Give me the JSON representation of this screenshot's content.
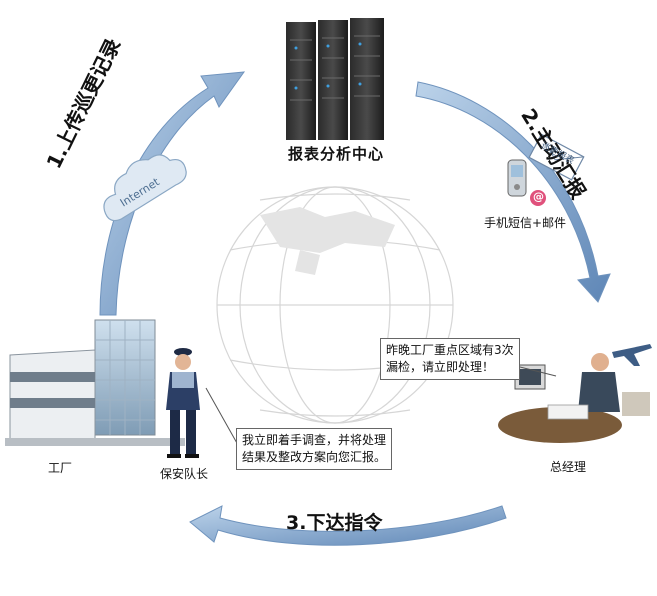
{
  "center": {
    "title": "报表分析中心"
  },
  "steps": [
    {
      "label": "1.上传巡更记录"
    },
    {
      "label": "2.主动汇报"
    },
    {
      "label": "3.下达指令"
    }
  ],
  "cloud": {
    "label": "Internet"
  },
  "envelope": {
    "label": "巡更报表"
  },
  "at_badge": {
    "label": "@"
  },
  "phone_mail": {
    "label": "手机短信+邮件"
  },
  "factory": {
    "label": "工厂"
  },
  "guard": {
    "label": "保安队长"
  },
  "manager": {
    "label": "总经理"
  },
  "bubble_manager": {
    "line1": "昨晚工厂重点区域有3次",
    "line2": "漏检，请立即处理！"
  },
  "bubble_guard": {
    "line1": "我立即着手调查，并将处理",
    "line2": "结果及整改方案向您汇报。"
  }
}
